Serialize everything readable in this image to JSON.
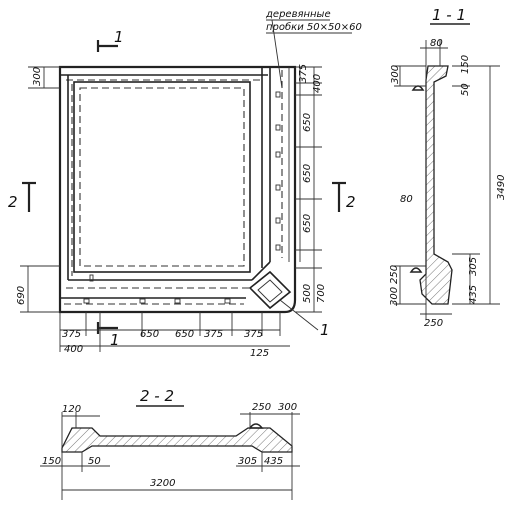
{
  "note": {
    "line1": "деревянные",
    "line2": "пробки 50×50×60"
  },
  "labels": {
    "section_1_mark": "1",
    "section_1_mark_bottom": "1",
    "section_1_leader": "1",
    "section_2_left": "2",
    "section_2_right": "2",
    "title_1_1": "1 - 1",
    "title_2_2": "2 - 2"
  },
  "plan_dims": {
    "left_300": "300",
    "left_690": "690",
    "right_375": "375",
    "right_400": "400",
    "right_650_a": "650",
    "right_650_b": "650",
    "right_650_c": "650",
    "right_500": "500",
    "right_700": "700",
    "bottom_375_a": "375",
    "bottom_400": "400",
    "bottom_650_a": "650",
    "bottom_650_b": "650",
    "bottom_375_b": "375",
    "bottom_375_c": "375",
    "bottom_125": "125"
  },
  "section11_dims": {
    "top_80": "80",
    "top_300": "300",
    "top_50": "50",
    "top_150": "150",
    "height_3490": "3490",
    "mid_80": "80",
    "bot_250_a": "250",
    "bot_300": "300",
    "bot_435": "435",
    "bot_305": "305",
    "bot_250_b": "250"
  },
  "section22_dims": {
    "top_120": "120",
    "top_250": "250",
    "top_300": "300",
    "bot_150": "150",
    "bot_50": "50",
    "bot_305": "305",
    "bot_435": "435",
    "total_3200": "3200"
  }
}
